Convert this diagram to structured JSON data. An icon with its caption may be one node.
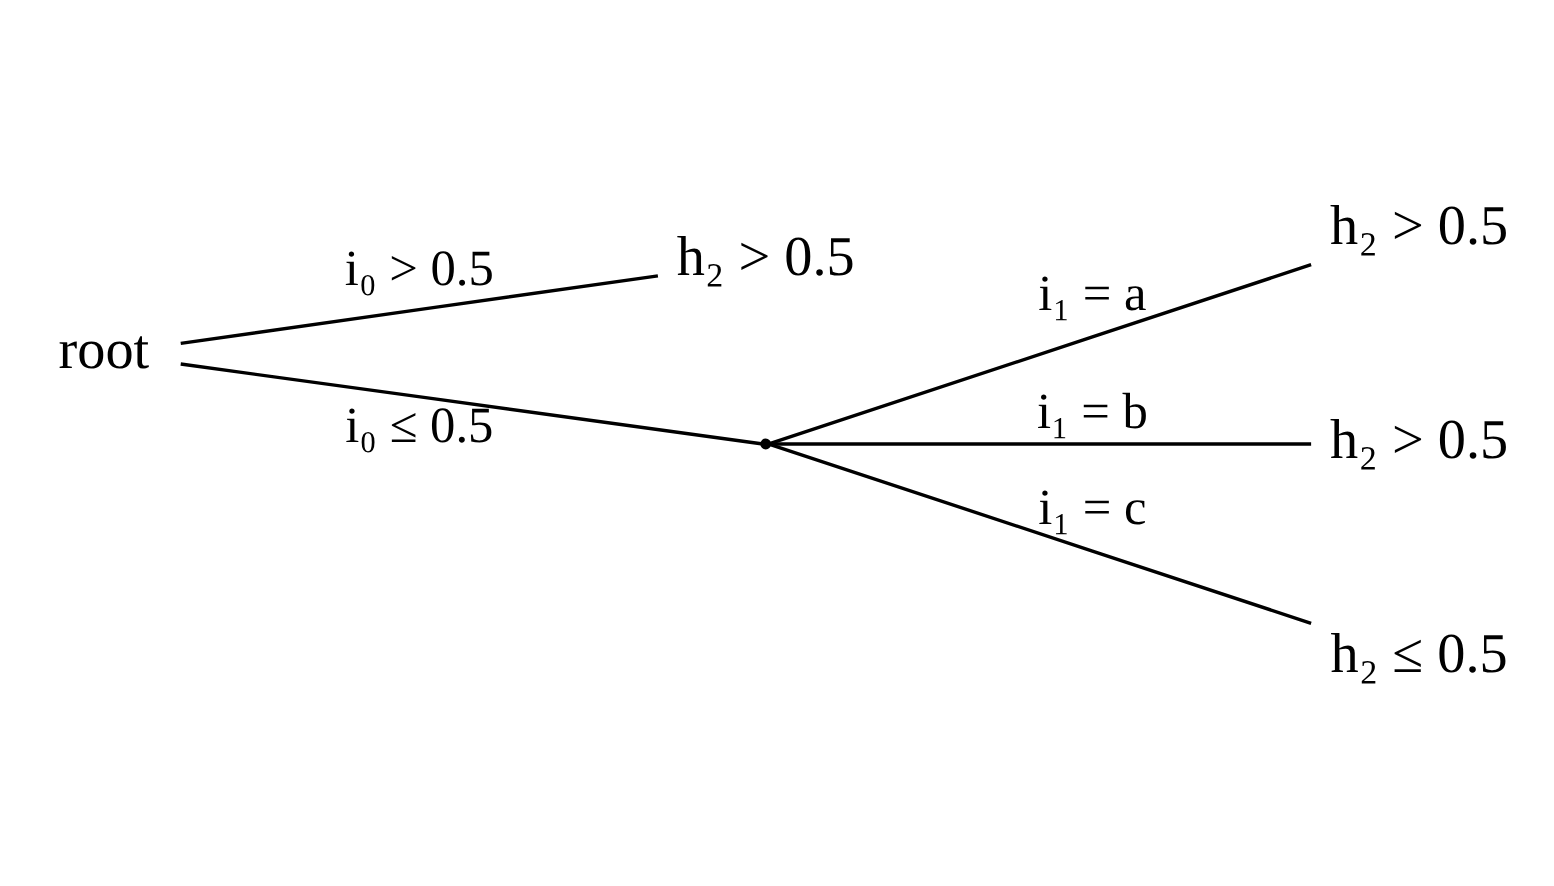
{
  "diagram": {
    "nodes": [
      {
        "text": [
          "root"
        ]
      },
      {
        "text": [
          "h₂ > 0.5"
        ]
      },
      {
        "text": [],
        "shape": "point"
      },
      {
        "text": [
          "h₂ > 0.5"
        ]
      },
      {
        "text": [
          "h₂ > 0.5"
        ]
      },
      {
        "text": [
          "h₂ ≤ 0.5"
        ]
      }
    ],
    "edges": [
      {
        "from": 0,
        "to": 1,
        "arrow": "none",
        "label": "i₀ > 0.5"
      },
      {
        "from": 0,
        "to": 2,
        "arrow": "none",
        "label": "i₀ ≤ 0.5"
      },
      {
        "from": 2,
        "to": 3,
        "arrow": "none",
        "label": "i₁ = a"
      },
      {
        "from": 2,
        "to": 4,
        "arrow": "none",
        "label": "i₁ = b"
      },
      {
        "from": 2,
        "to": 5,
        "arrow": "none",
        "label": "i₁ = c"
      }
    ]
  }
}
